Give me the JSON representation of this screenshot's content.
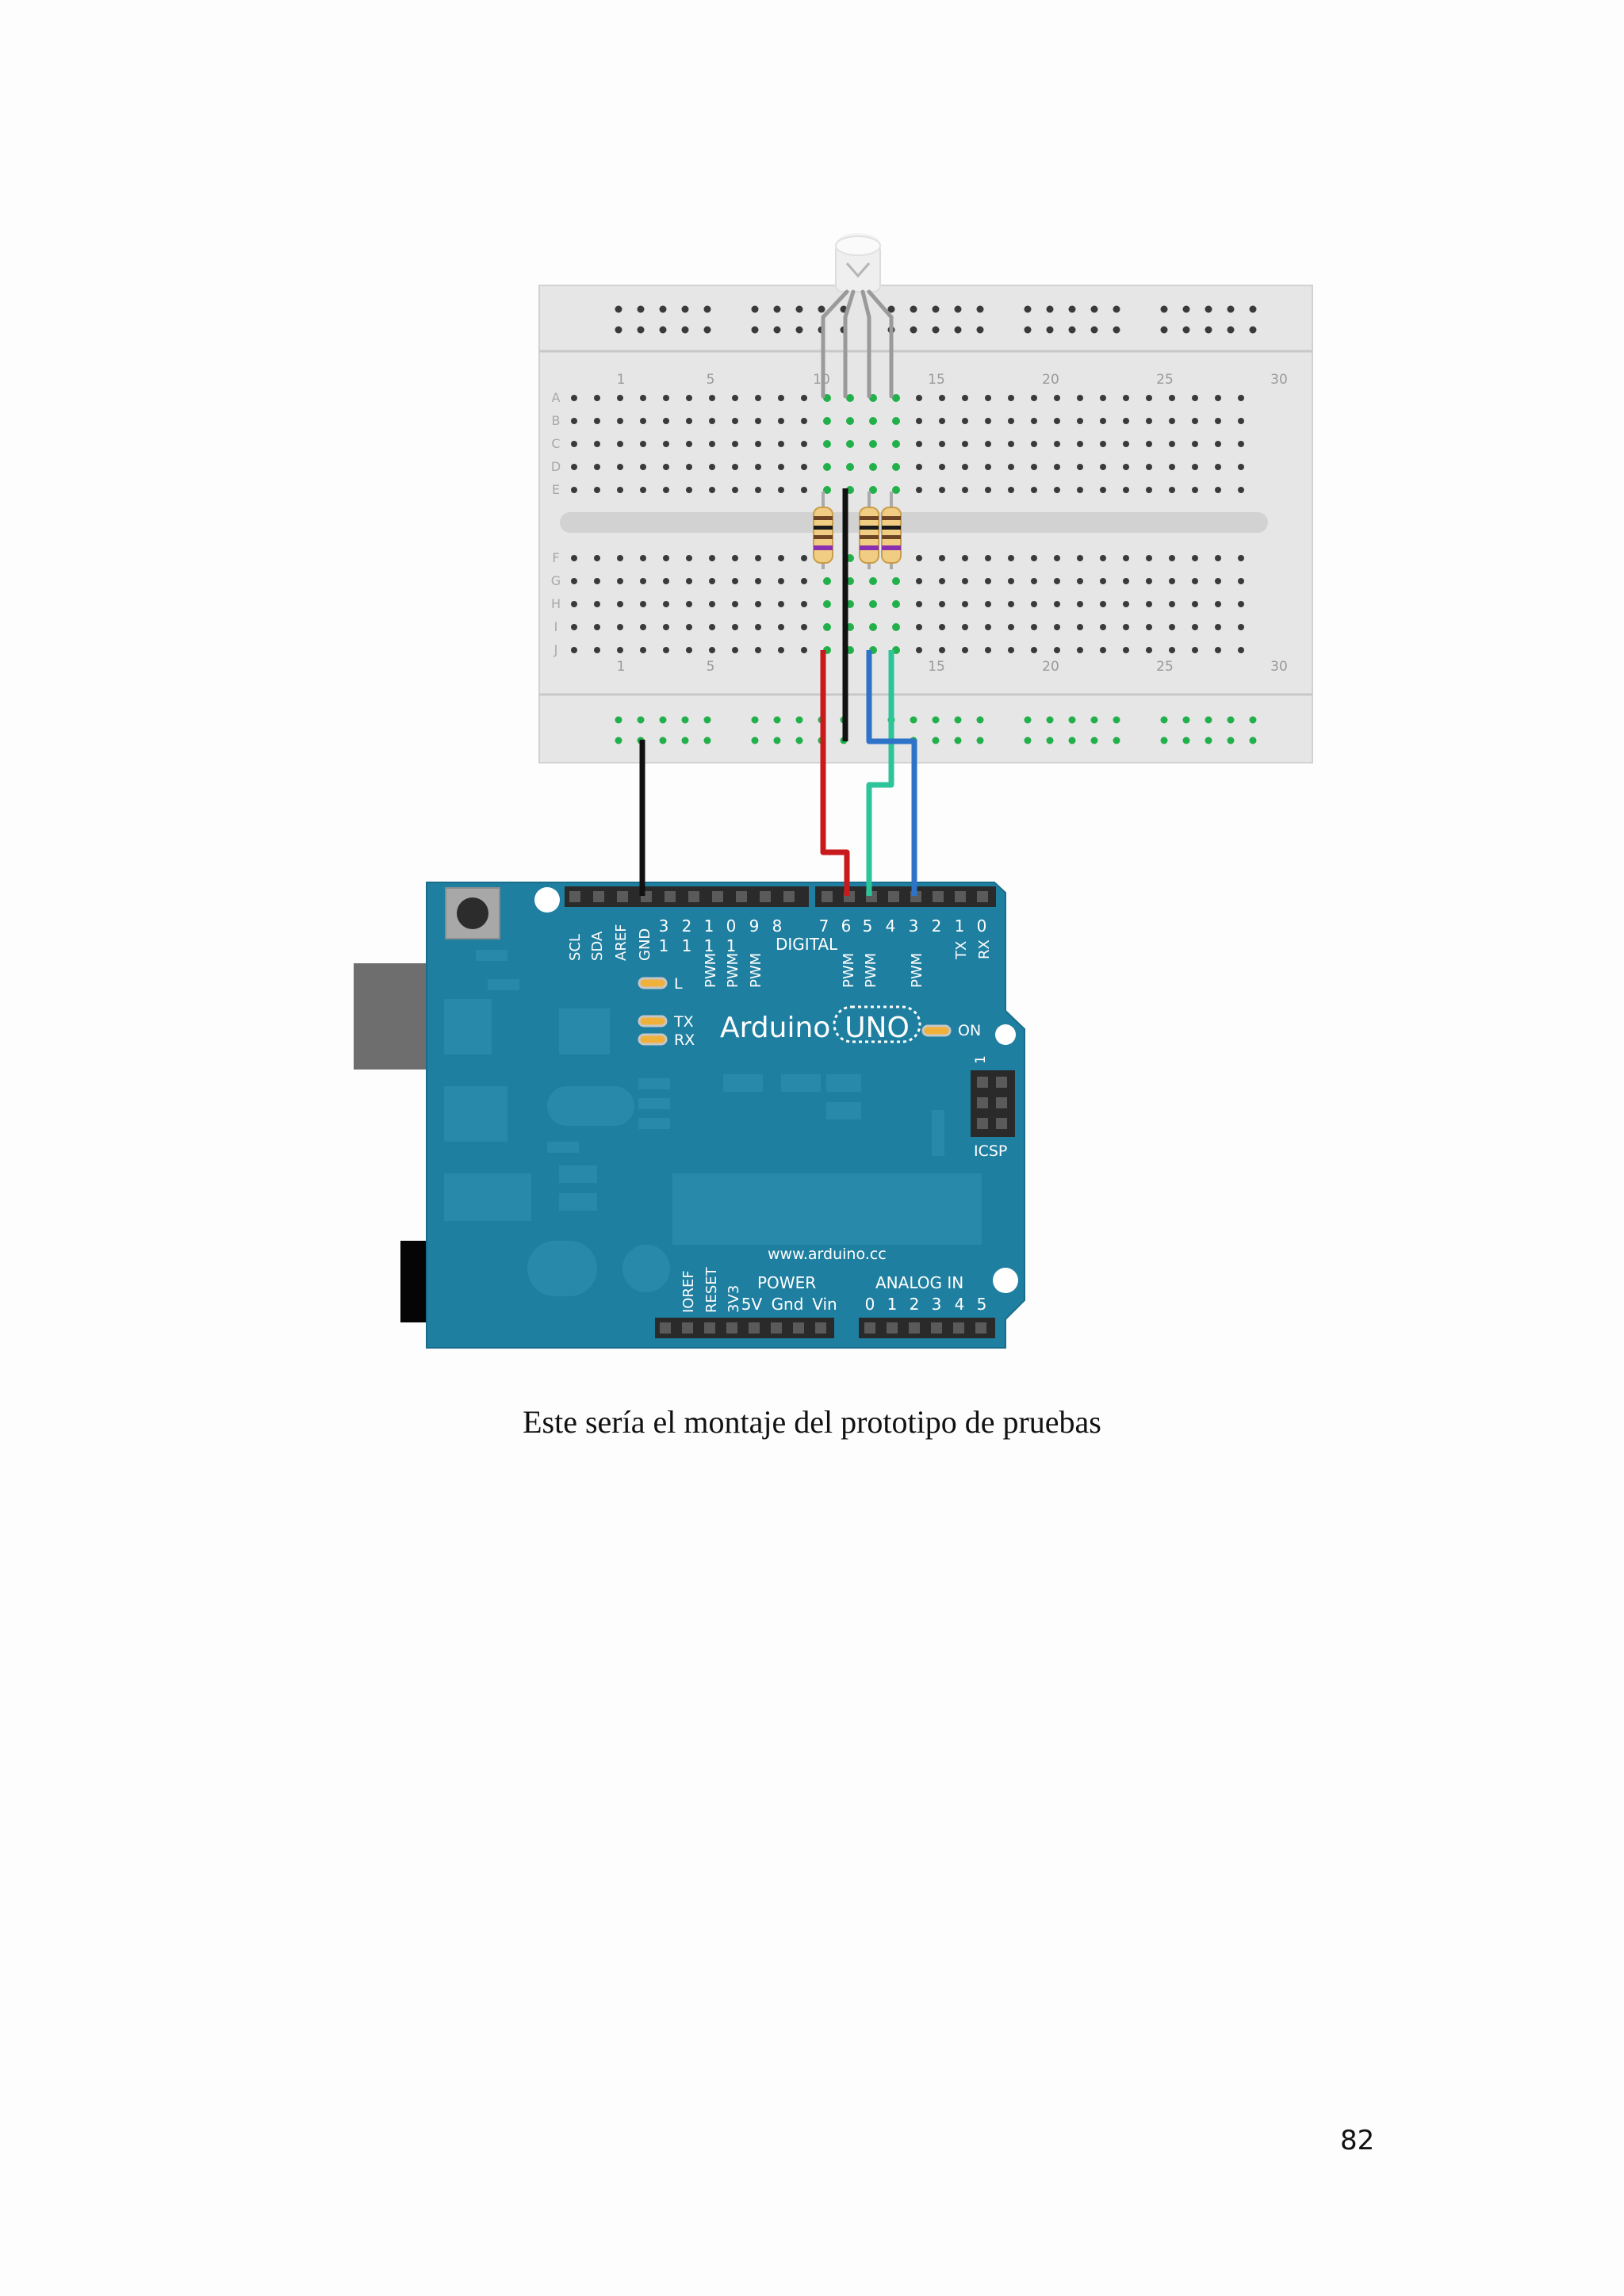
{
  "figure": {
    "breadboard": {
      "column_numbers": [
        "1",
        "5",
        "10",
        "15",
        "20",
        "25",
        "30"
      ],
      "row_letters_top": [
        "A",
        "B",
        "C",
        "D",
        "E"
      ],
      "row_letters_bottom": [
        "F",
        "G",
        "H",
        "I",
        "J"
      ]
    },
    "arduino": {
      "logo_text": "Arduino",
      "model_text": "UNO",
      "url_text": "www.arduino.cc",
      "digital_label": "DIGITAL",
      "power_label": "POWER",
      "analog_label": "ANALOG IN",
      "icsp_label": "ICSP",
      "on_label": "ON",
      "led_l_label": "L",
      "tx_label": "TX",
      "rx_label": "RX",
      "icsp_pin1_label": "1",
      "top_vertical_labels": [
        "SCL",
        "SDA",
        "AREF",
        "GND"
      ],
      "digital_pin_top": [
        "3",
        "2",
        "1",
        "0",
        "9",
        "8",
        "7",
        "6",
        "5",
        "4",
        "3",
        "2",
        "1",
        "0"
      ],
      "digital_pin_bottom": [
        "1",
        "1",
        "1",
        "1"
      ],
      "pwm_label": "PWM",
      "txrx_vertical": [
        "TX",
        "RX"
      ],
      "power_vertical_labels": [
        "IOREF",
        "RESET",
        "3V3"
      ],
      "power_pin_labels": [
        "5V",
        "Gnd",
        "Vin"
      ],
      "analog_pin_labels": [
        "0",
        "1",
        "2",
        "3",
        "4",
        "5"
      ]
    },
    "wire_colors": {
      "ground": "#111111",
      "red": "#c8191c",
      "green": "#2ec49a",
      "blue": "#2f73c9"
    },
    "board_color": "#1f7fa0"
  },
  "caption": "Este sería el montaje del prototipo de pruebas",
  "page_number": "82"
}
